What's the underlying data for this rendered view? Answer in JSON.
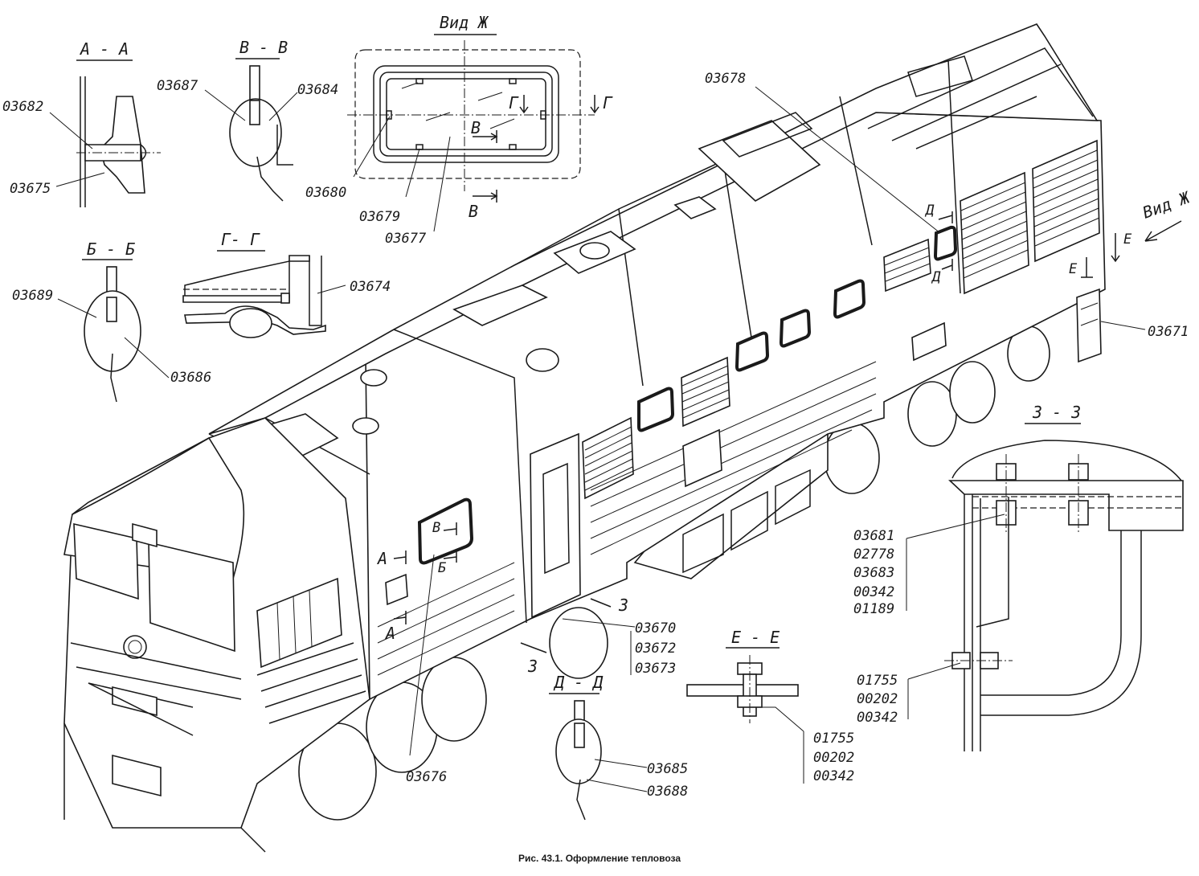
{
  "caption": "Рис. 43.1. Оформление тепловоза",
  "sections": {
    "aa": "А - А",
    "vv": "В - В",
    "vid_zh": "Вид Ж",
    "bb": "Б - Б",
    "gg": "Г- Г",
    "zz": "З - З",
    "ee": "Е - Е",
    "dd": "Д - Д"
  },
  "view_arrow": "Вид Ж",
  "letters": {
    "a": "А",
    "b": "Б",
    "v": "В",
    "g": "Г",
    "d": "Д",
    "e": "Е",
    "z": "З"
  },
  "labels": {
    "p03682": "03682",
    "p03675": "03675",
    "p03687": "03687",
    "p03684": "03684",
    "p03680": "03680",
    "p03679": "03679",
    "p03677": "03677",
    "p03678": "03678",
    "p03689": "03689",
    "p03686": "03686",
    "p03674": "03674",
    "p03671": "03671",
    "p03676": "03676",
    "p03670": "03670",
    "p03672": "03672",
    "p03673": "03673",
    "p03685": "03685",
    "p03688": "03688",
    "ee_1": "01755",
    "ee_2": "00202",
    "ee_3": "00342",
    "zz_a1": "03681",
    "zz_a2": "02778",
    "zz_a3": "03683",
    "zz_a4": "00342",
    "zz_a5": "01189",
    "zz_b1": "01755",
    "zz_b2": "00202",
    "zz_b3": "00342"
  }
}
